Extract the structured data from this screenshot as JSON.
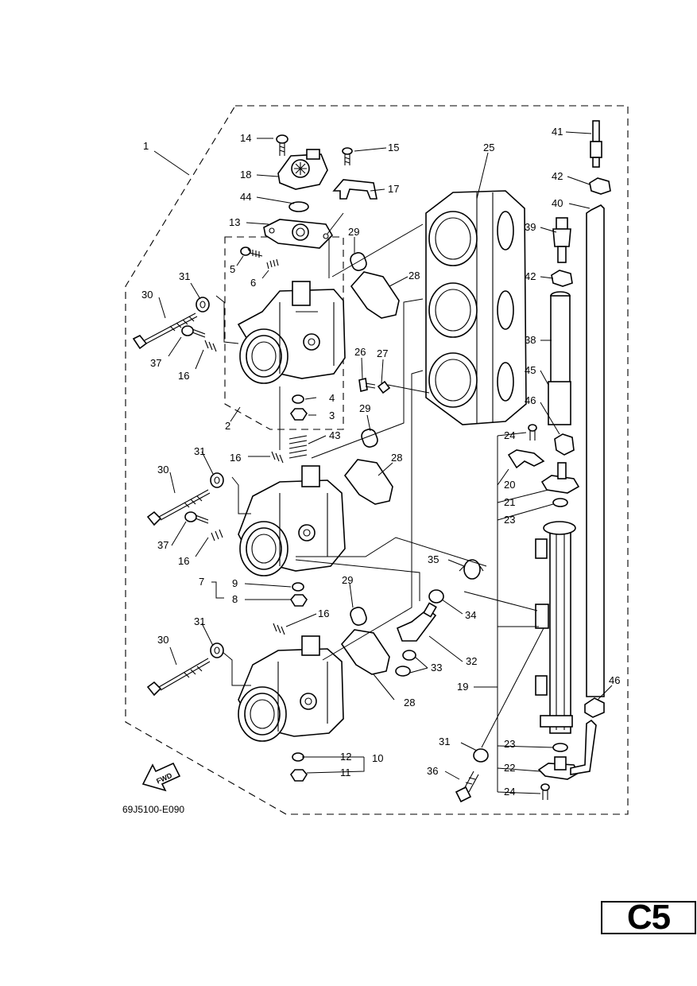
{
  "diagram": {
    "code": "69J5100-E090",
    "fwd_label": "FWD",
    "page_badge": "C5",
    "callouts": [
      "1",
      "2",
      "3",
      "4",
      "5",
      "6",
      "7",
      "8",
      "9",
      "10",
      "11",
      "12",
      "13",
      "14",
      "15",
      "16",
      "17",
      "18",
      "19",
      "20",
      "21",
      "22",
      "23",
      "24",
      "25",
      "26",
      "27",
      "28",
      "29",
      "30",
      "31",
      "32",
      "33",
      "34",
      "35",
      "36",
      "37",
      "38",
      "39",
      "40",
      "41",
      "42",
      "43",
      "44",
      "45",
      "46"
    ]
  }
}
